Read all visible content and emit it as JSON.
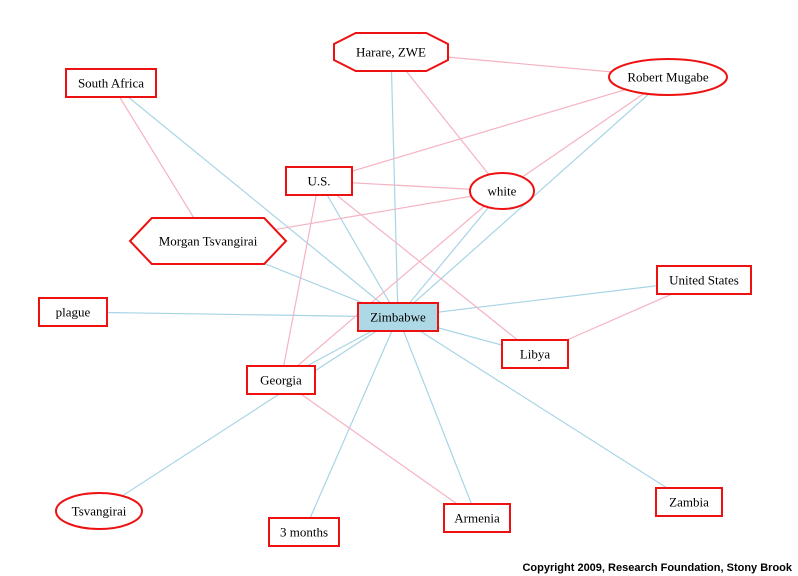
{
  "colors": {
    "node_border": "#ee1111",
    "center_fill": "#add8e6",
    "edge_center": "#a8d4e6",
    "edge_other": "#f5b3c2",
    "background": "#ffffff"
  },
  "nodes": [
    {
      "id": "zimbabwe",
      "label": "Zimbabwe",
      "shape": "box",
      "highlighted": true
    },
    {
      "id": "harare",
      "label": "Harare, ZWE",
      "shape": "octagon"
    },
    {
      "id": "south_africa",
      "label": "South Africa",
      "shape": "box"
    },
    {
      "id": "robert_mugabe",
      "label": "Robert Mugabe",
      "shape": "ellipse"
    },
    {
      "id": "us_abbr",
      "label": "U.S.",
      "shape": "box"
    },
    {
      "id": "white",
      "label": "white",
      "shape": "ellipse"
    },
    {
      "id": "morgan_tsvangirai",
      "label": "Morgan Tsvangirai",
      "shape": "hexagon"
    },
    {
      "id": "plague",
      "label": "plague",
      "shape": "box"
    },
    {
      "id": "united_states",
      "label": "United States",
      "shape": "box"
    },
    {
      "id": "libya",
      "label": "Libya",
      "shape": "box"
    },
    {
      "id": "georgia",
      "label": "Georgia",
      "shape": "box"
    },
    {
      "id": "tsvangirai",
      "label": "Tsvangirai",
      "shape": "ellipse"
    },
    {
      "id": "three_months",
      "label": "3 months",
      "shape": "box"
    },
    {
      "id": "armenia",
      "label": "Armenia",
      "shape": "box"
    },
    {
      "id": "zambia",
      "label": "Zambia",
      "shape": "box"
    }
  ],
  "edges": [
    {
      "from": "zimbabwe",
      "to": "harare",
      "kind": "center"
    },
    {
      "from": "zimbabwe",
      "to": "south_africa",
      "kind": "center"
    },
    {
      "from": "zimbabwe",
      "to": "robert_mugabe",
      "kind": "center"
    },
    {
      "from": "zimbabwe",
      "to": "us_abbr",
      "kind": "center"
    },
    {
      "from": "zimbabwe",
      "to": "white",
      "kind": "center"
    },
    {
      "from": "zimbabwe",
      "to": "morgan_tsvangirai",
      "kind": "center"
    },
    {
      "from": "zimbabwe",
      "to": "plague",
      "kind": "center"
    },
    {
      "from": "zimbabwe",
      "to": "united_states",
      "kind": "center"
    },
    {
      "from": "zimbabwe",
      "to": "libya",
      "kind": "center"
    },
    {
      "from": "zimbabwe",
      "to": "georgia",
      "kind": "center"
    },
    {
      "from": "zimbabwe",
      "to": "tsvangirai",
      "kind": "center"
    },
    {
      "from": "zimbabwe",
      "to": "three_months",
      "kind": "center"
    },
    {
      "from": "zimbabwe",
      "to": "armenia",
      "kind": "center"
    },
    {
      "from": "zimbabwe",
      "to": "zambia",
      "kind": "center"
    },
    {
      "from": "harare",
      "to": "robert_mugabe",
      "kind": "other"
    },
    {
      "from": "harare",
      "to": "white",
      "kind": "other"
    },
    {
      "from": "robert_mugabe",
      "to": "us_abbr",
      "kind": "other"
    },
    {
      "from": "robert_mugabe",
      "to": "white",
      "kind": "other"
    },
    {
      "from": "south_africa",
      "to": "morgan_tsvangirai",
      "kind": "other"
    },
    {
      "from": "us_abbr",
      "to": "white",
      "kind": "other"
    },
    {
      "from": "us_abbr",
      "to": "georgia",
      "kind": "other"
    },
    {
      "from": "us_abbr",
      "to": "libya",
      "kind": "other"
    },
    {
      "from": "white",
      "to": "morgan_tsvangirai",
      "kind": "other"
    },
    {
      "from": "white",
      "to": "georgia",
      "kind": "other"
    },
    {
      "from": "united_states",
      "to": "libya",
      "kind": "other"
    },
    {
      "from": "georgia",
      "to": "armenia",
      "kind": "other"
    }
  ],
  "copyright": "Copyright 2009, Research Foundation, Stony Brook"
}
